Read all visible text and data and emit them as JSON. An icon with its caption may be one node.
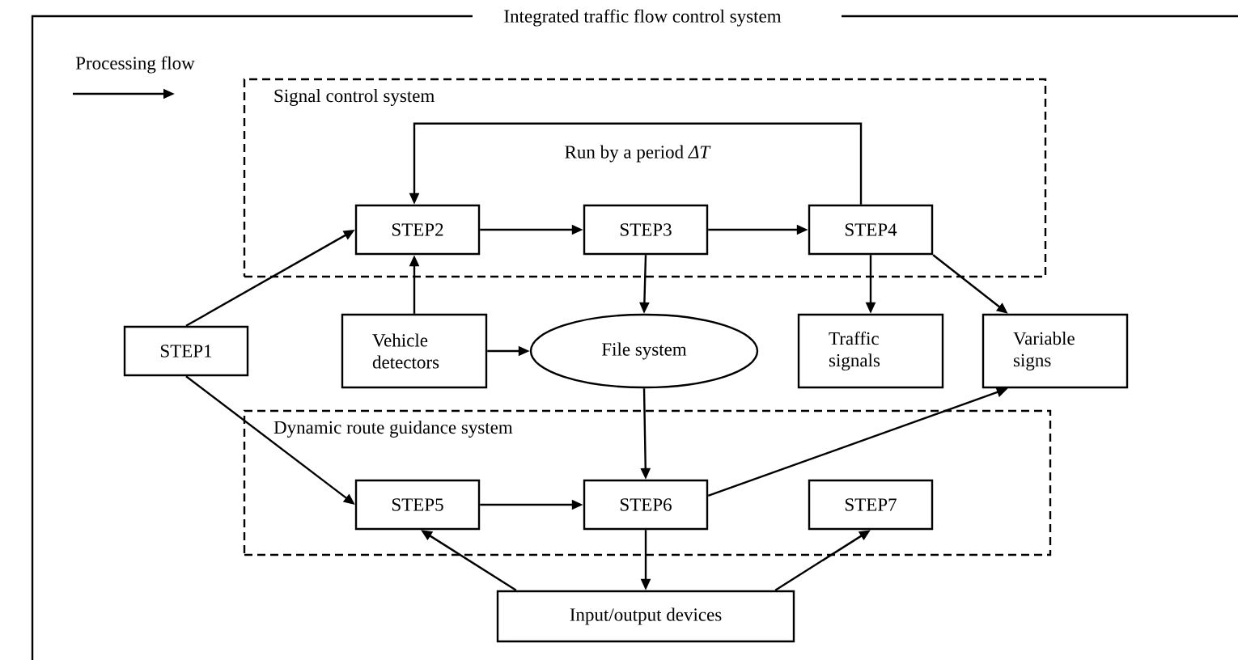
{
  "diagram": {
    "nodes": [
      {
        "text": [
          "Integrated traffic flow control system"
        ]
      },
      {
        "text": [
          "Signal control system"
        ],
        "in": 0
      },
      {
        "text": [
          "Dynamic route guidance system"
        ],
        "in": 0
      },
      {
        "text": [
          "STEP1"
        ],
        "in": 0
      },
      {
        "text": [
          "STEP2"
        ],
        "in": 1
      },
      {
        "text": [
          "STEP3"
        ],
        "in": 1
      },
      {
        "text": [
          "STEP4"
        ],
        "in": 1
      },
      {
        "text": [
          "Vehicle detectors"
        ],
        "in": 0
      },
      {
        "text": [
          "File system"
        ],
        "in": 0
      },
      {
        "text": [
          "Traffic signals"
        ],
        "in": 0
      },
      {
        "text": [
          "Variable signs"
        ],
        "in": 0
      },
      {
        "text": [
          "STEP5"
        ],
        "in": 2
      },
      {
        "text": [
          "STEP6"
        ],
        "in": 2
      },
      {
        "text": [
          "STEP7"
        ],
        "in": 2
      },
      {
        "text": [
          "Input/output devices"
        ],
        "in": 0
      }
    ],
    "edges": [
      {
        "from": 3,
        "to": 4,
        "arrow": "to"
      },
      {
        "from": 3,
        "to": 11,
        "arrow": "to"
      },
      {
        "from": 4,
        "to": 5,
        "arrow": "to"
      },
      {
        "from": 5,
        "to": 6,
        "arrow": "to"
      },
      {
        "from": 6,
        "to": 4,
        "arrow": "to",
        "label": "Run by a period *ΔT*"
      },
      {
        "from": 7,
        "to": 4,
        "arrow": "to"
      },
      {
        "from": 7,
        "to": 8,
        "arrow": "to"
      },
      {
        "from": 5,
        "to": 8,
        "arrow": "to"
      },
      {
        "from": 6,
        "to": 9,
        "arrow": "to"
      },
      {
        "from": 6,
        "to": 10,
        "arrow": "to"
      },
      {
        "from": 8,
        "to": 12,
        "arrow": "to"
      },
      {
        "from": 11,
        "to": 12,
        "arrow": "to"
      },
      {
        "from": 12,
        "to": 10,
        "arrow": "to"
      },
      {
        "from": 12,
        "to": 14,
        "arrow": "to"
      },
      {
        "from": 14,
        "to": 11,
        "arrow": "to"
      },
      {
        "from": 14,
        "to": 13,
        "arrow": "to"
      }
    ],
    "legend": [
      {
        "text": "Processing flow"
      }
    ]
  }
}
